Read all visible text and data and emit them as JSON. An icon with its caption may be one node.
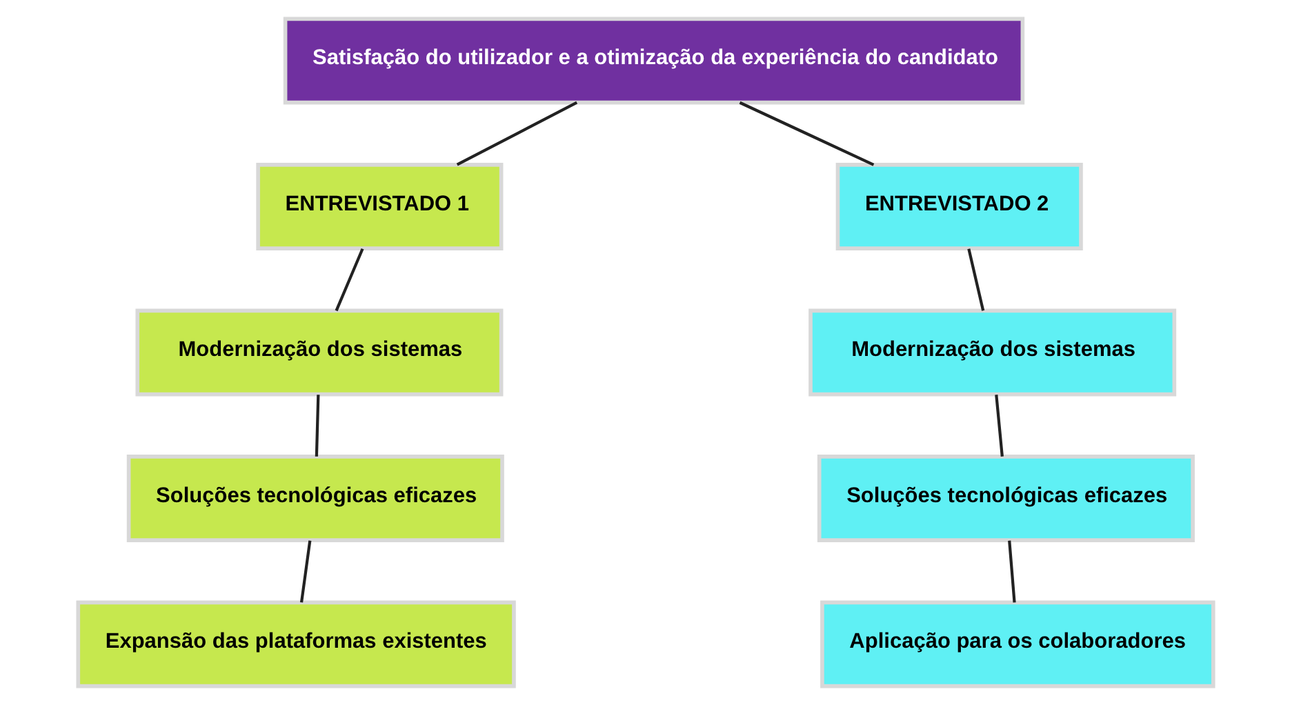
{
  "diagram": {
    "nodes": [
      {
        "text": [
          "Satisfação do utilizador e a otimização da experiência do candidato"
        ]
      },
      {
        "text": [
          "ENTREVISTADO 1"
        ]
      },
      {
        "text": [
          "ENTREVISTADO 2"
        ]
      },
      {
        "text": [
          "Modernização dos sistemas"
        ]
      },
      {
        "text": [
          "Modernização dos sistemas"
        ]
      },
      {
        "text": [
          "Soluções tecnológicas eficazes"
        ]
      },
      {
        "text": [
          "Soluções tecnológicas eficazes"
        ]
      },
      {
        "text": [
          "Expansão das plataformas existentes"
        ]
      },
      {
        "text": [
          "Aplicação para os colaboradores"
        ]
      }
    ],
    "edges": [
      {
        "from": 0,
        "to": 1,
        "arrow": "none"
      },
      {
        "from": 0,
        "to": 2,
        "arrow": "none"
      },
      {
        "from": 1,
        "to": 3,
        "arrow": "none"
      },
      {
        "from": 3,
        "to": 5,
        "arrow": "none"
      },
      {
        "from": 5,
        "to": 7,
        "arrow": "none"
      },
      {
        "from": 2,
        "to": 4,
        "arrow": "none"
      },
      {
        "from": 4,
        "to": 6,
        "arrow": "none"
      },
      {
        "from": 6,
        "to": 8,
        "arrow": "none"
      }
    ]
  }
}
